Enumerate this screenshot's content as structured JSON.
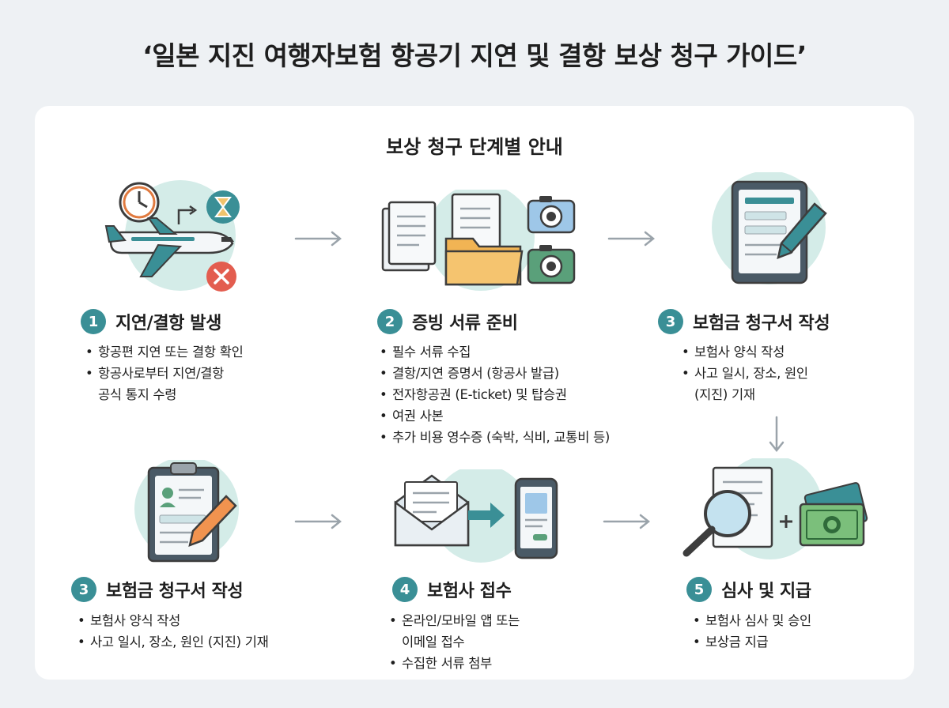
{
  "page": {
    "title": "‘일본 지진 여행자보험 항공기 지연 및 결항 보상 청구 가이드’",
    "subtitle": "보상 청구 단계별 안내"
  },
  "steps": [
    {
      "number": "1",
      "title": "지연/결항 발생",
      "bullets": [
        "항공편 지연 또는 결항 확인",
        "항공사로부터 지연/결항\n공식 통지 수령"
      ],
      "icon": "airplane-clock-cancel-icon"
    },
    {
      "number": "2",
      "title": "증빙 서류 준비",
      "bullets": [
        "필수 서류 수집",
        "결항/지연 증명서 (항공사 발급)",
        "전자항공권 (E-ticket) 및 탑승권",
        "여권 사본",
        "추가 비용 영수증 (숙박, 식비, 교통비 등)"
      ],
      "icon": "documents-folder-camera-icon"
    },
    {
      "number": "3",
      "title": "보험금 청구서 작성",
      "bullets": [
        "보험사 양식 작성",
        "사고 일시, 장소, 원인\n(지진) 기재"
      ],
      "icon": "tablet-pen-icon"
    },
    {
      "number": "3",
      "title": "보험금 청구서 작성",
      "bullets": [
        "보험사 양식 작성",
        "사고 일시, 장소, 원인 (지진) 기재"
      ],
      "icon": "clipboard-pen-icon"
    },
    {
      "number": "4",
      "title": "보험사 접수",
      "bullets": [
        "온라인/모바일 앱 또는\n이메일 접수",
        "수집한 서류 첨부"
      ],
      "icon": "envelope-phone-icon"
    },
    {
      "number": "5",
      "title": "심사 및 지급",
      "bullets": [
        "보험사 심사 및 승인",
        "보상금 지급"
      ],
      "icon": "magnifier-money-icon"
    }
  ],
  "colors": {
    "accent": "#3a8f96",
    "circle_bg": "#d4ece8",
    "arrow": "#9aa3aa",
    "background": "#eef1f4"
  }
}
